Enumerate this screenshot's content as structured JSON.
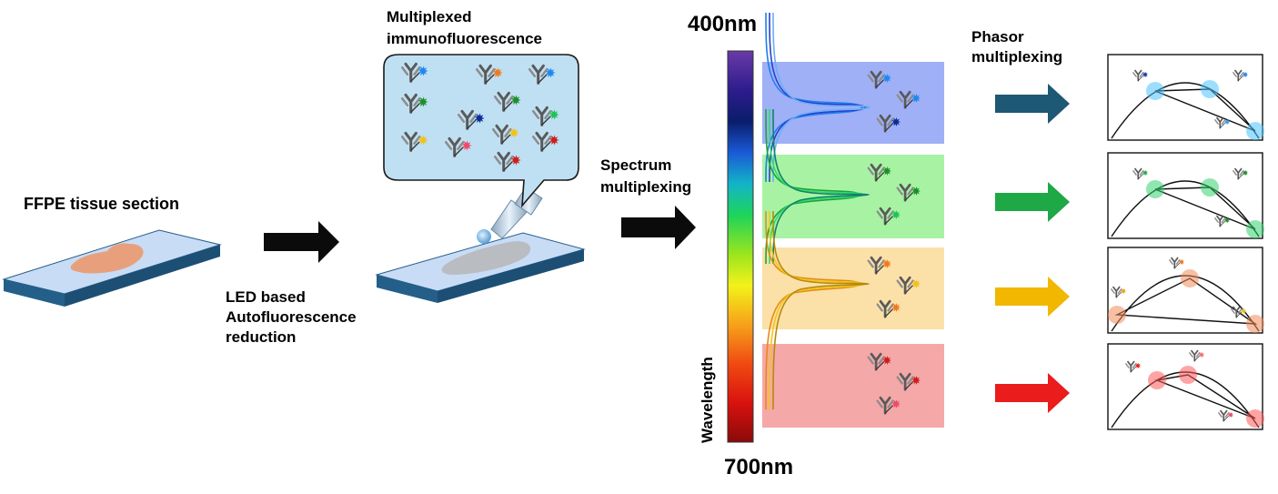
{
  "labels": {
    "ffpe": "FFPE tissue section",
    "led": [
      "LED based",
      "Autofluorescence",
      "reduction"
    ],
    "mif": [
      "Multiplexed",
      "immunofluorescence"
    ],
    "spectrum": [
      "Spectrum",
      "multiplexing"
    ],
    "phasor": [
      "Phasor",
      "multiplexing"
    ]
  },
  "wavelength": {
    "top": "400nm",
    "bottom": "700nm",
    "axis": "Wavelength"
  },
  "colors": {
    "slide_top": "#c8dcf6",
    "slide_side": "#245f89",
    "tissue": "#e8a07c",
    "bubble_fill": "#bfe0f3",
    "arrow_black": "#0b0b0b",
    "band_blue": "#9fb0f6",
    "band_green": "#a8f3a3",
    "band_orange": "#fbe0a8",
    "band_red": "#f5a8a8",
    "arrow_teal": "#1d5875",
    "arrow_green": "#1ea846",
    "arrow_yellow": "#f2b700",
    "arrow_red": "#ea1c1c",
    "antibody": "#555555"
  },
  "bubble_fluor_colors": [
    "#1f88f0",
    "#f07a1f",
    "#1f88f0",
    "#1e8f2a",
    "#1e8f2a",
    "#0b2d9a",
    "#1ec35a",
    "#f0c21f",
    "#f0c21f",
    "#ee4a6a",
    "#cc1e1e",
    "#cc1e1e"
  ],
  "bands": [
    {
      "name": "blue",
      "fill": "#9fb0f6",
      "fluors": [
        "#1f88f0",
        "#1f88f0",
        "#0b2d9a"
      ]
    },
    {
      "name": "green",
      "fill": "#a8f3a3",
      "fluors": [
        "#1e8f2a",
        "#1e8f2a",
        "#1ec35a"
      ]
    },
    {
      "name": "orange",
      "fill": "#fbe0a8",
      "fluors": [
        "#f07a1f",
        "#f0c21f",
        "#f07a1f"
      ]
    },
    {
      "name": "red",
      "fill": "#f5a8a8",
      "fluors": [
        "#cc1e1e",
        "#cc1e1e",
        "#ee4a6a"
      ]
    }
  ],
  "phasor_panels": [
    {
      "name": "blue",
      "arrow": "#1d5875",
      "glow": "#4cc3ff",
      "fluors": [
        "#1a3fb0",
        "#2a88e8",
        "#3a9ce8"
      ]
    },
    {
      "name": "green",
      "arrow": "#1ea846",
      "glow": "#35d16e",
      "fluors": [
        "#1eb04a",
        "#1e8f2a",
        "#1e8f2a"
      ]
    },
    {
      "name": "orange",
      "arrow": "#f2b700",
      "glow": "#f08a5a",
      "fluors": [
        "#f0a020",
        "#f07a1f",
        "#f0c21f"
      ]
    },
    {
      "name": "red",
      "arrow": "#ea1c1c",
      "glow": "#ff5a5a",
      "fluors": [
        "#ee1e1e",
        "#f07070",
        "#ee4a6a"
      ]
    }
  ]
}
